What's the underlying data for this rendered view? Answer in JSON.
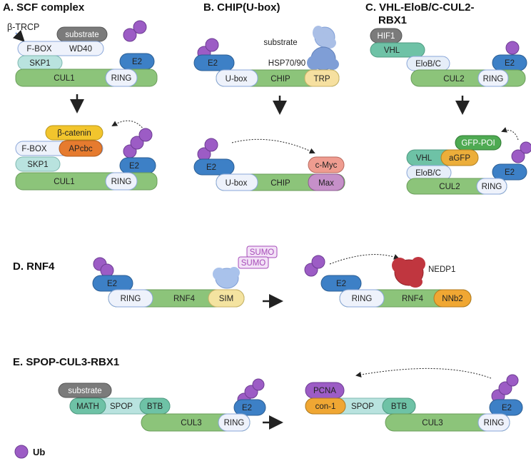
{
  "colors": {
    "cul": "#8cc47a",
    "e2": "#3d80c6",
    "ring": "#eef2fb",
    "skp1": "#b9e3df",
    "fbox": "#eef2fb",
    "substrate": "#7b7b7b",
    "ub": "#9c5cc5",
    "beta_catenin": "#f2c52d",
    "apcbc": "#e67b2f",
    "trp": "#f6e0a0",
    "cmyc": "#ef9c90",
    "max": "#c690c9",
    "vhl": "#6ec2a6",
    "elob": "#e6eef8",
    "hif1": "#7b7b7b",
    "gfp_poi": "#4eaa52",
    "agfp": "#ecae3a",
    "sumo": "#a64bb8",
    "sim": "#f4e3a0",
    "nnb2": "#f0a733",
    "math": "#6ec2a6",
    "spop": "#b9e3df",
    "btb": "#6ec2a6",
    "pcna": "#9c5cc5",
    "con1": "#f0a733",
    "hsp": "#7f9ed6",
    "nedp1": "#c0363f"
  },
  "panels": {
    "a": {
      "title": "A. SCF complex",
      "beta_trcp": "β-TRCP",
      "substrate": "substrate",
      "fbox": "F-BOX",
      "wd40": "WD40",
      "skp1": "SKP1",
      "cul1": "CUL1",
      "ring": "RING",
      "e2": "E2",
      "beta_catenin": "β-catenin",
      "apcbc": "APcbc"
    },
    "b": {
      "title": "B. CHIP(U-box)",
      "substrate": "substrate",
      "hsp": "HSP70/90",
      "e2": "E2",
      "ubox": "U-box",
      "chip": "CHIP",
      "trp": "TRP",
      "cmyc": "c-Myc",
      "max": "Max"
    },
    "c": {
      "title_line1": "C. VHL-EloB/C-CUL2-",
      "title_line2": "RBX1",
      "hif1": "HIF1",
      "vhl": "VHL",
      "eloBC": "EloB/C",
      "cul2": "CUL2",
      "ring": "RING",
      "e2": "E2",
      "gfp_poi": "GFP-POI",
      "agfp": "aGFP"
    },
    "d": {
      "title": "D. RNF4",
      "e2": "E2",
      "ring": "RING",
      "rnf4": "RNF4",
      "sim": "SIM",
      "sumo1": "SUMO",
      "sumo2": "SUMO",
      "nnb2": "NNb2",
      "nedp1": "NEDP1"
    },
    "e": {
      "title": "E. SPOP-CUL3-RBX1",
      "substrate": "substrate",
      "math": "MATH",
      "spop": "SPOP",
      "btb": "BTB",
      "cul3": "CUL3",
      "ring": "RING",
      "e2": "E2",
      "pcna": "PCNA",
      "con1": "con-1"
    }
  },
  "legend": {
    "ub": "Ub"
  }
}
